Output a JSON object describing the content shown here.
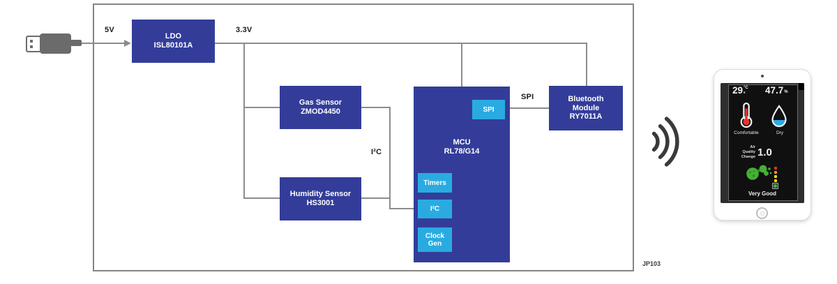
{
  "colors": {
    "block_blue": "#333D99",
    "accent_cyan": "#29ABE2",
    "wire_gray": "#8C8C8C",
    "usb_gray": "#6B6B6B",
    "signal_dark": "#3A3A3A",
    "thermo_red": "#E8332A",
    "drop_cyan": "#29ABE2",
    "bubble_green": "#45B035",
    "bubble_green_dark": "#2E8F25"
  },
  "diagram": {
    "net_labels": {
      "v5": "5V",
      "v33": "3.3V",
      "i2c_bus": "I²C",
      "spi_bus": "SPI"
    },
    "reference": "JP103",
    "blocks": {
      "ldo": {
        "line1": "LDO",
        "line2": "ISL80101A"
      },
      "gas": {
        "line1": "Gas Sensor",
        "line2": "ZMOD4450"
      },
      "humidity": {
        "line1": "Humidity Sensor",
        "line2": "HS3001"
      },
      "mcu": {
        "line1": "MCU",
        "line2": "RL78/G14",
        "sub": {
          "spi": "SPI",
          "timers": "Timers",
          "i2c": "I²C",
          "clock": "Clock Gen"
        }
      },
      "bluetooth": {
        "line1": "Bluetooth",
        "line2": "Module",
        "line3": "RY7011A"
      }
    }
  },
  "tablet": {
    "temperature": "29",
    "temperature_unit": "°C",
    "temperature_sub": "8",
    "humidity": "47.7",
    "humidity_unit": "%",
    "temperature_label": "Comfortable",
    "humidity_label": "Dry",
    "aq_label_1": "Air",
    "aq_label_2": "Quality",
    "aq_label_3": "Change",
    "aq_value": "1.0",
    "verdict": "Very Good",
    "led_colors": [
      "#E8332A",
      "#F7941D",
      "#FFD400",
      "#FFD400"
    ],
    "led_active_color": "#45B035"
  }
}
